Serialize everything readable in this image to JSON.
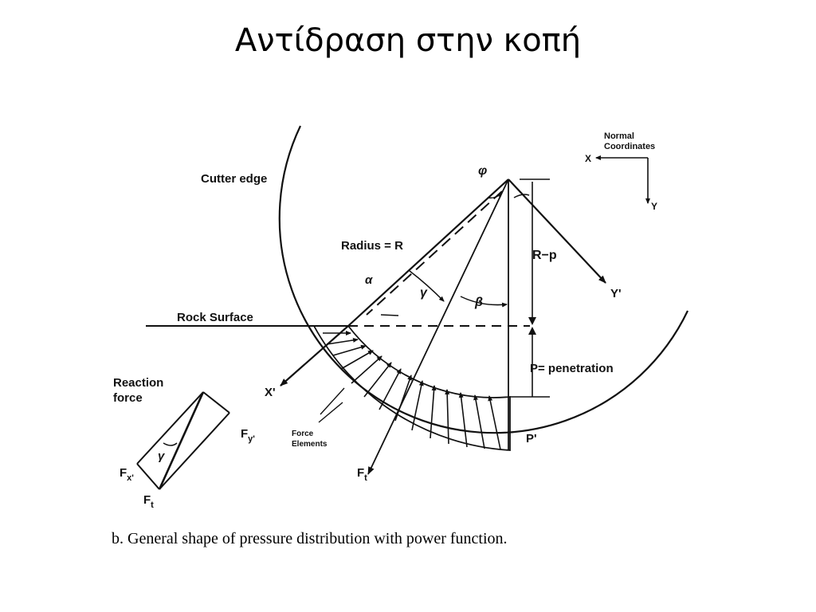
{
  "slide": {
    "title": "Αντίδραση στην κοπή"
  },
  "diagram": {
    "labels": {
      "normal_coordinates_line1": "Normal",
      "normal_coordinates_line2": "Coordinates",
      "x_axis": "X",
      "y_axis": "Y",
      "cutter_edge": "Cutter edge",
      "phi": "φ",
      "radius": "Radius = R",
      "r_minus_p": "R−p",
      "alpha": "α",
      "gamma": "γ",
      "beta": "β",
      "y_prime": "Y'",
      "rock_surface": "Rock Surface",
      "penetration": "P= penetration",
      "x_prime": "X'",
      "p_prime": "P'",
      "force_elements_line1": "Force",
      "force_elements_line2": "Elements",
      "ft": "F",
      "ft_sub": "t",
      "reaction_force_line1": "Reaction",
      "reaction_force_line2": "force",
      "fy_prime": "F",
      "fy_prime_sub": "y'",
      "fx_prime": "F",
      "fx_prime_sub": "x'",
      "triangle_gamma": "γ",
      "triangle_ft": "F",
      "triangle_ft_sub": "t"
    },
    "caption": "b.  General shape of pressure distribution with power function."
  }
}
